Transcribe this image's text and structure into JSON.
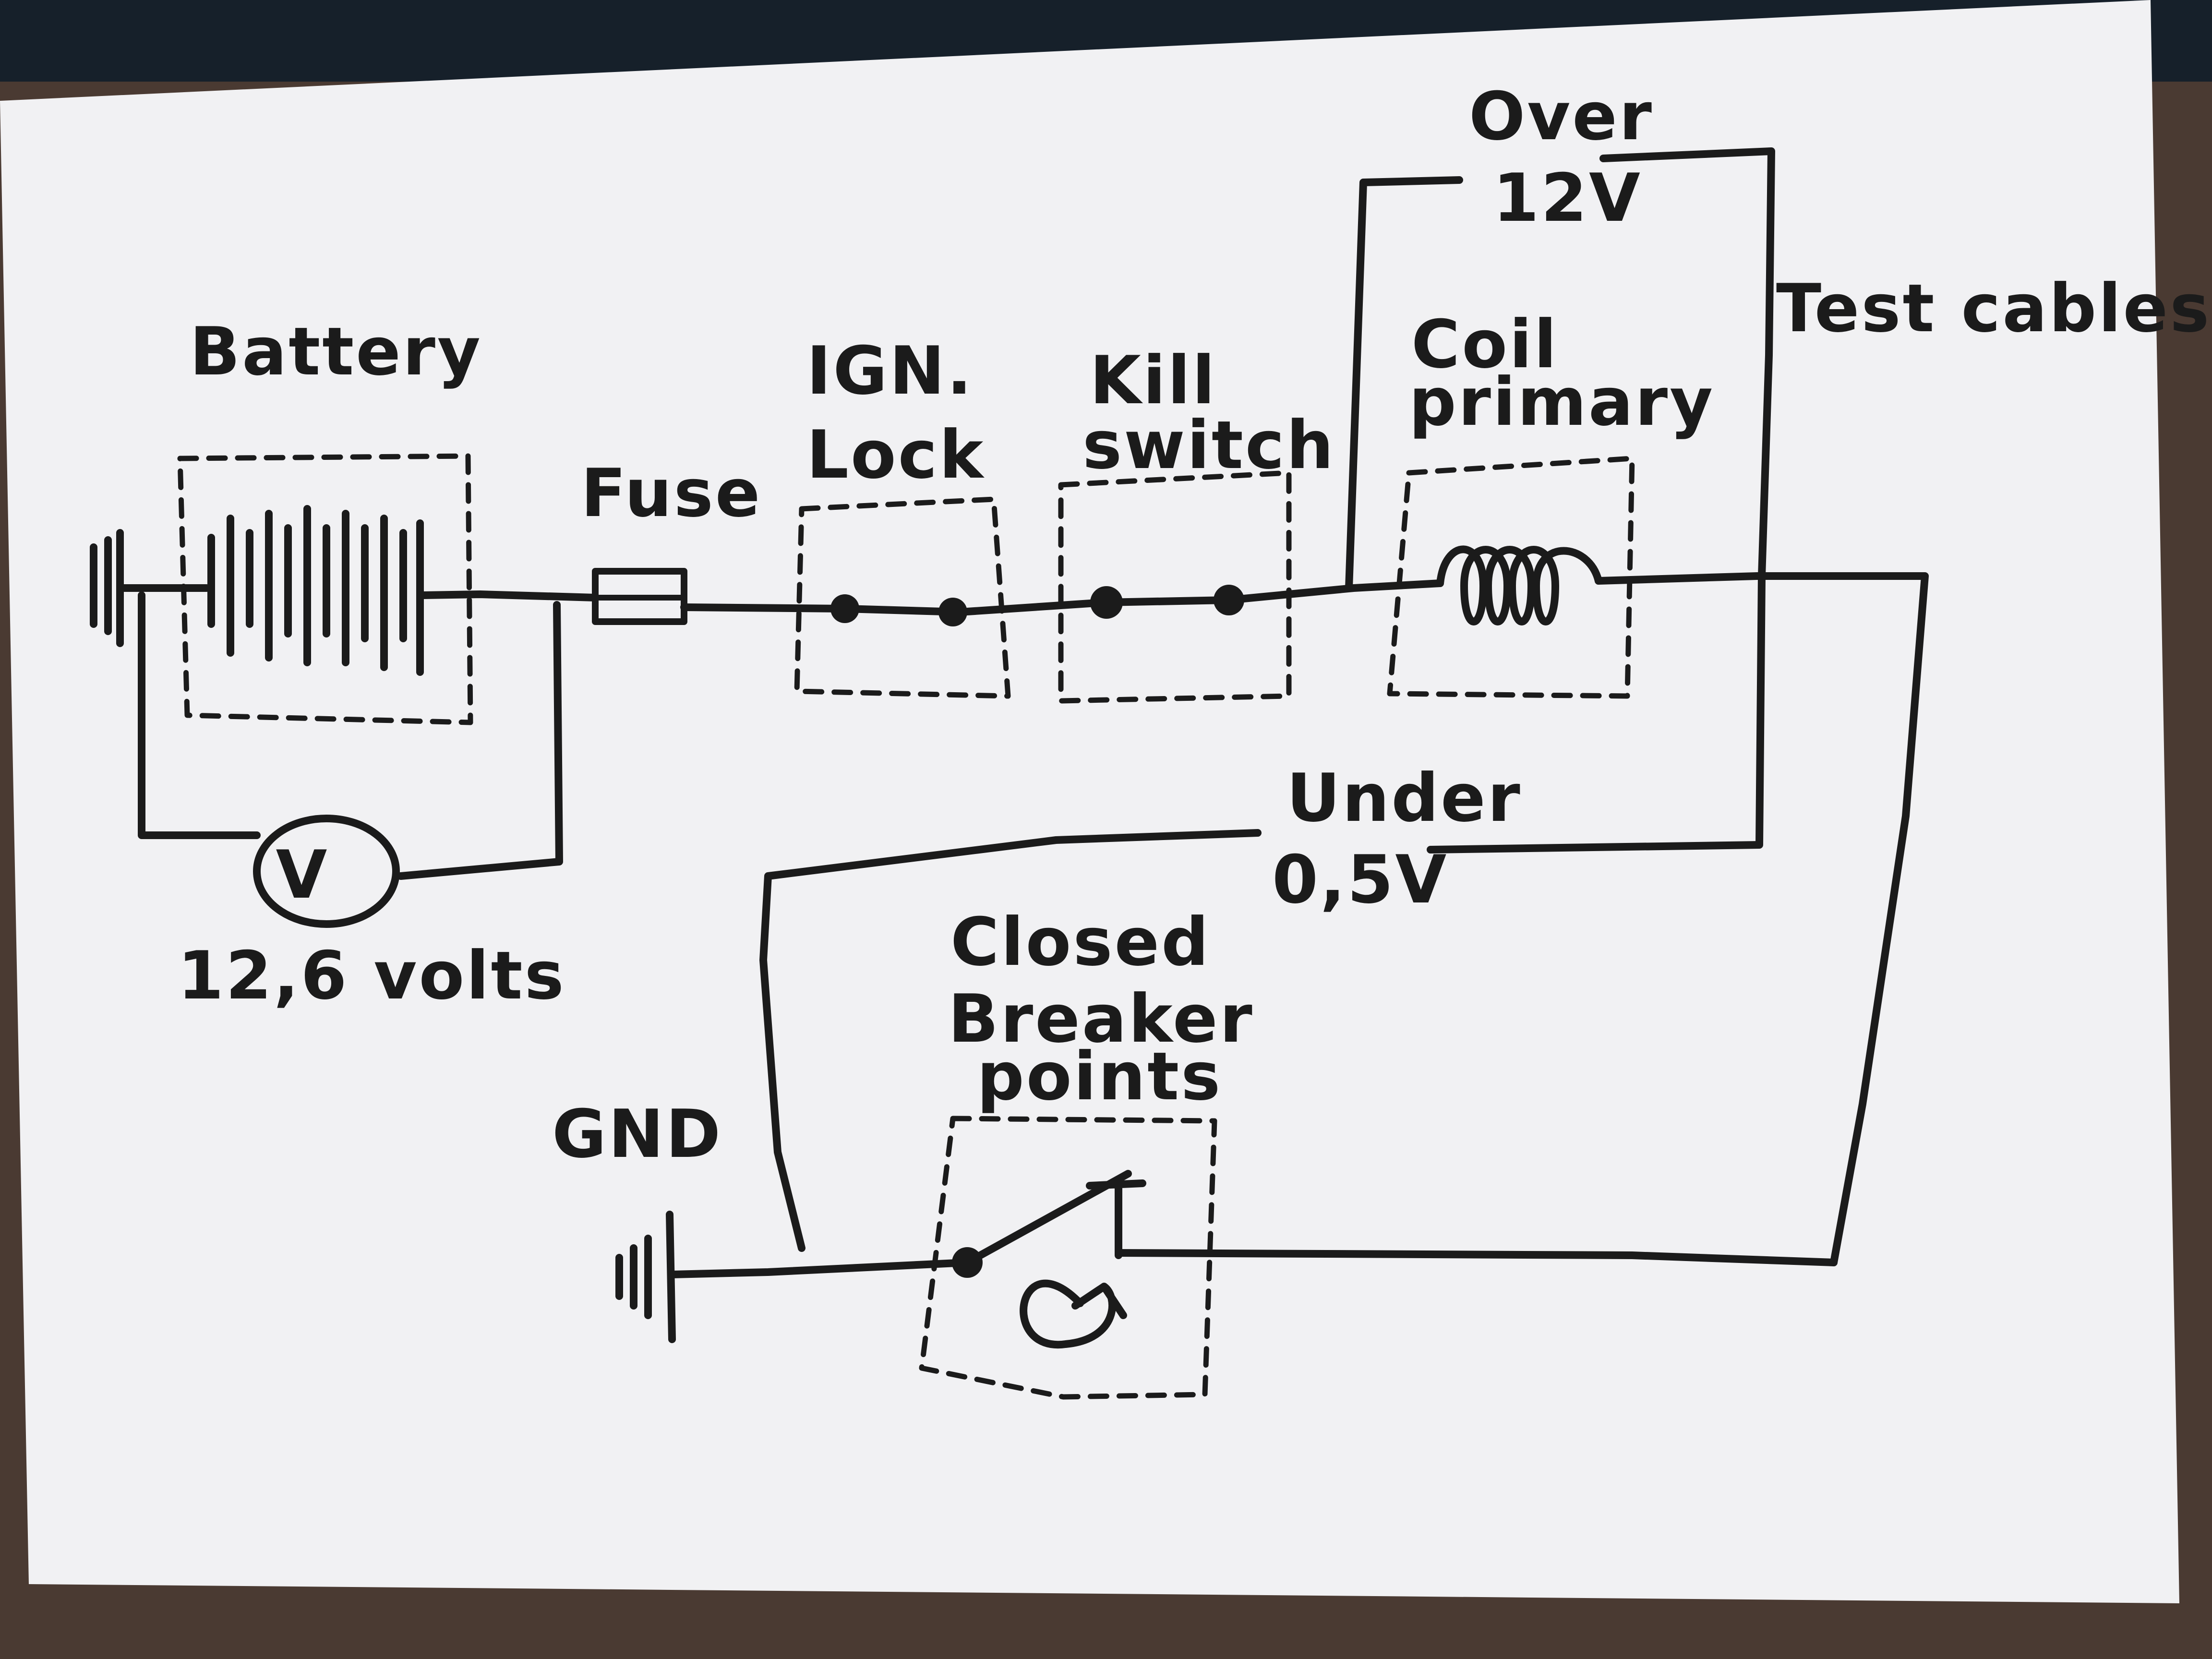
{
  "labels": {
    "battery": "Battery",
    "fuse": "Fuse",
    "ign_line1": "IGN.",
    "ign_line2": "Lock",
    "kill_line1": "Kill",
    "kill_line2": "switch",
    "over_line1": "Over",
    "over_line2": "12V",
    "test_cables": "Test cables",
    "coil_line1": "Coil",
    "coil_line2": "primary",
    "under_line1": "Under",
    "under_line2": "0,5V",
    "voltmeter_symbol": "V",
    "voltage_reading": "12,6 volts",
    "gnd": "GND",
    "points_line1": "Closed",
    "points_line2": "Breaker",
    "points_line3": "points"
  },
  "colors": {
    "ink": "#1b1b1b",
    "paper": "#f1f1f3",
    "table": "#4a3a32",
    "backdrop": "#16202a"
  }
}
